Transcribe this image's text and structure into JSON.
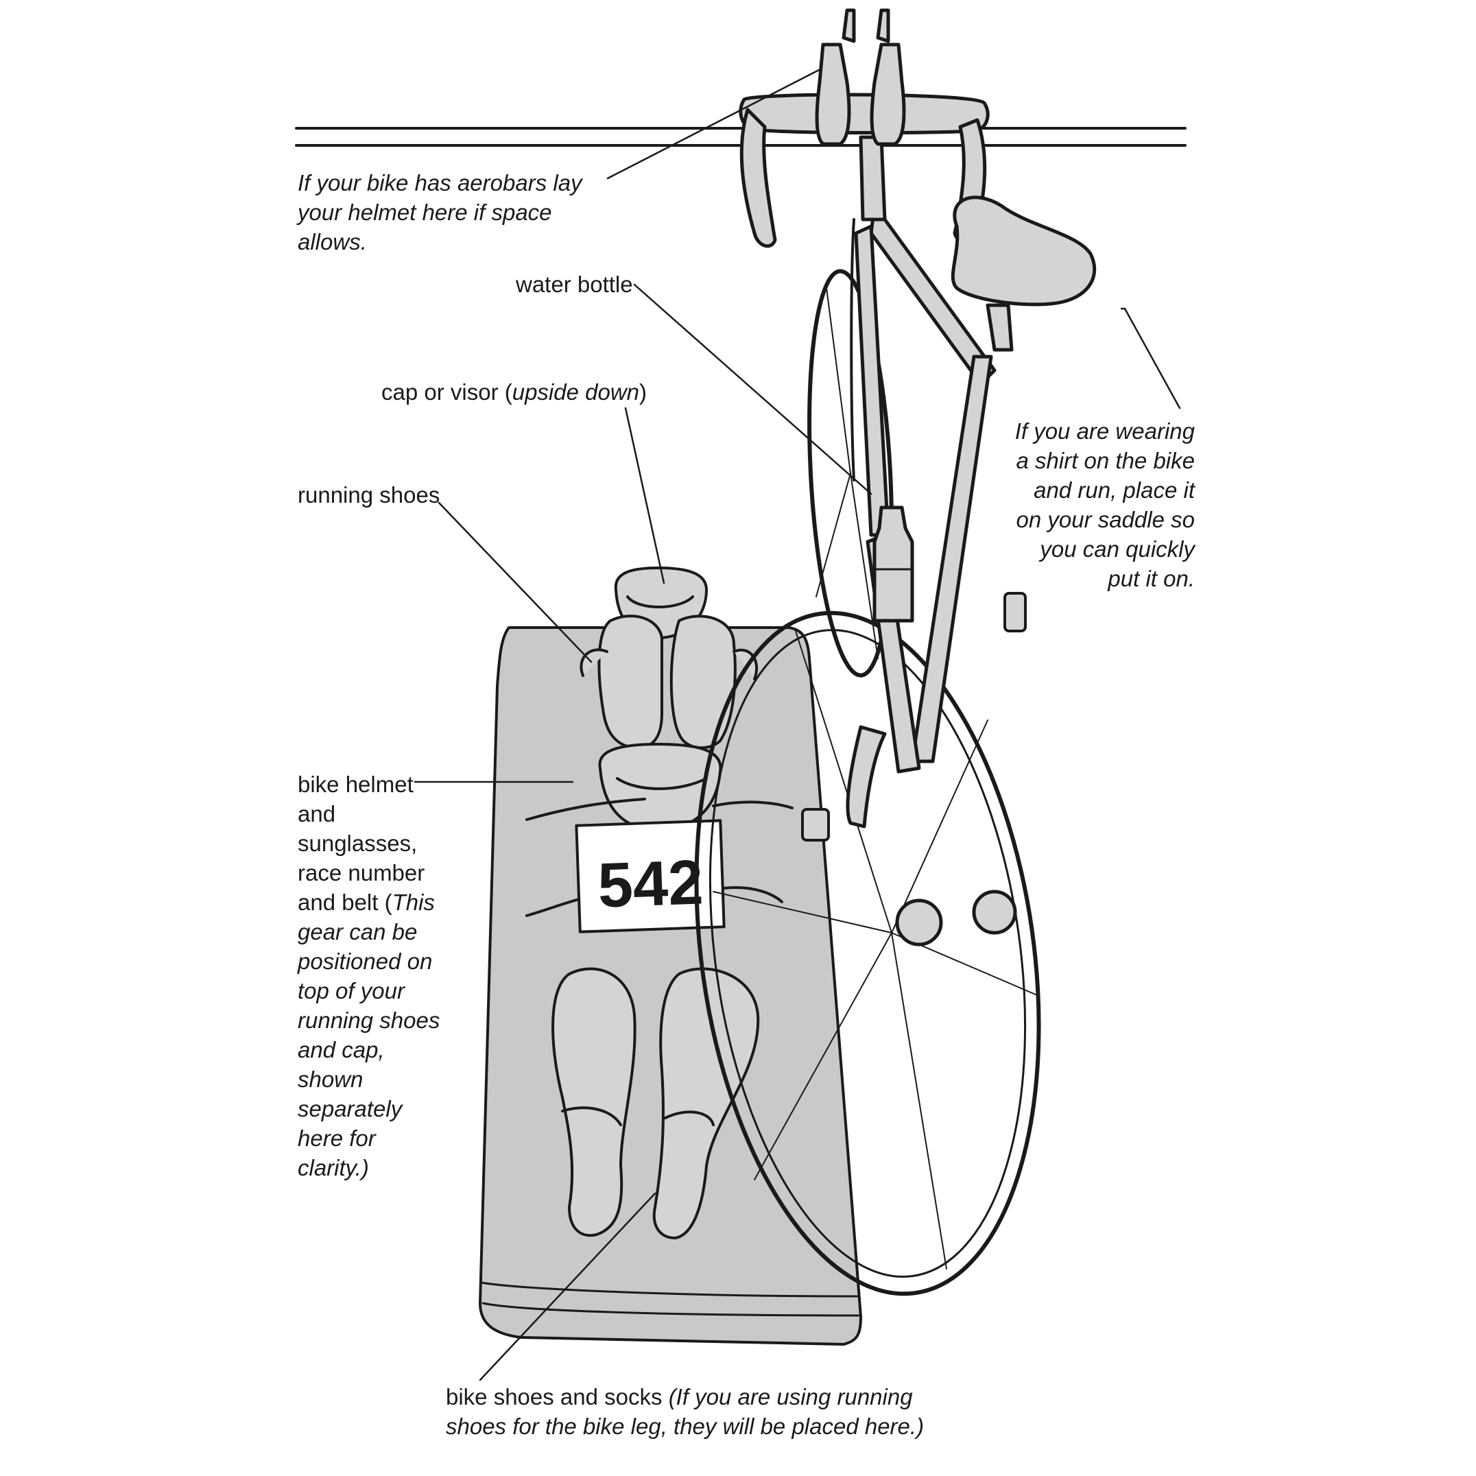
{
  "labels": {
    "aerobars": "If your bike has aerobars lay your helmet here if space allows.",
    "water_bottle": "water bottle",
    "cap_plain": "cap or visor (",
    "cap_italic": "upside down",
    "cap_close": ")",
    "running_shoes": "running shoes",
    "helmet_plain": "bike helmet and sunglasses, race number and belt (",
    "helmet_italic": "This gear can be positioned on top of your running shoes and cap, shown separately here for clarity.)",
    "shirt": "If you are wearing a shirt on the bike and run, place it on your saddle so you can quickly put it on.",
    "bike_shoes_plain": "bike shoes and socks ",
    "bike_shoes_italic": "(If you are using running shoes for the bike leg, they will be placed here.)"
  },
  "race_number": "542",
  "colors": {
    "ink": "#1a1a1a",
    "towel_fill": "#c9c9c9",
    "bike_fill": "#d4d4d4",
    "background": "#ffffff"
  }
}
